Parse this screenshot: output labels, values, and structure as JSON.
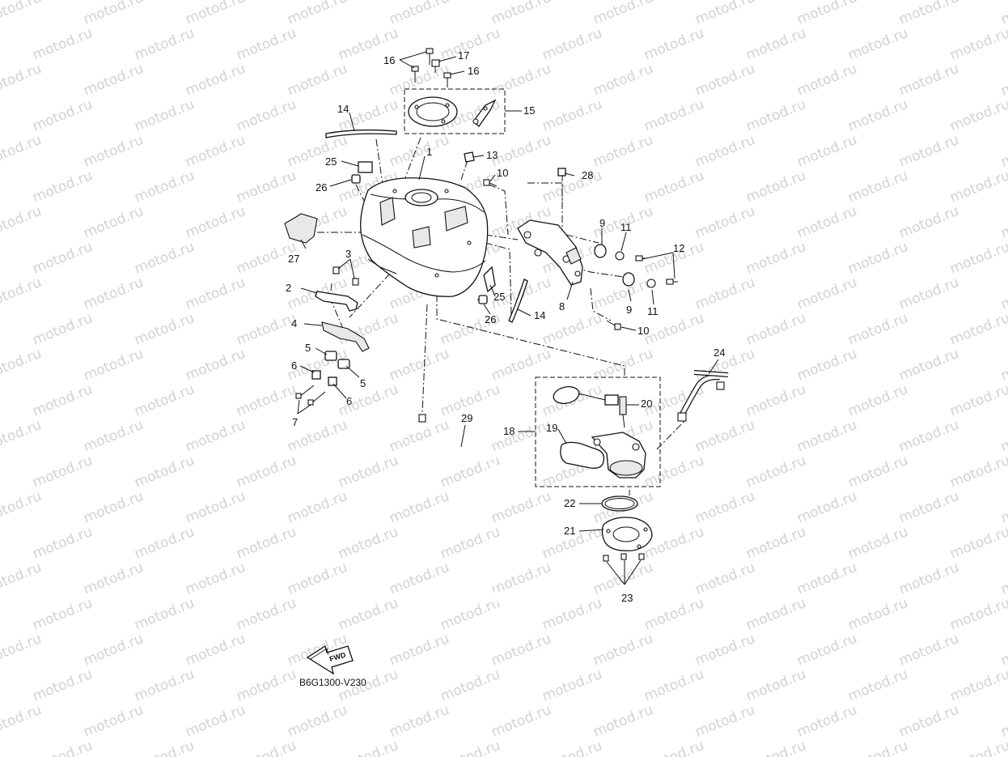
{
  "diagram": {
    "watermark_text": "motod.ru",
    "drawing_code": "B6G1300-V230",
    "fwd_label": "FWD",
    "callouts": [
      {
        "id": "c1",
        "text": "1"
      },
      {
        "id": "c2",
        "text": "2"
      },
      {
        "id": "c3",
        "text": "3"
      },
      {
        "id": "c4",
        "text": "4"
      },
      {
        "id": "c5a",
        "text": "5"
      },
      {
        "id": "c5b",
        "text": "5"
      },
      {
        "id": "c6a",
        "text": "6"
      },
      {
        "id": "c6b",
        "text": "6"
      },
      {
        "id": "c7",
        "text": "7"
      },
      {
        "id": "c8",
        "text": "8"
      },
      {
        "id": "c9a",
        "text": "9"
      },
      {
        "id": "c9b",
        "text": "9"
      },
      {
        "id": "c10a",
        "text": "10"
      },
      {
        "id": "c10b",
        "text": "10"
      },
      {
        "id": "c11a",
        "text": "11"
      },
      {
        "id": "c11b",
        "text": "11"
      },
      {
        "id": "c12",
        "text": "12"
      },
      {
        "id": "c13",
        "text": "13"
      },
      {
        "id": "c14a",
        "text": "14"
      },
      {
        "id": "c14b",
        "text": "14"
      },
      {
        "id": "c15",
        "text": "15"
      },
      {
        "id": "c16a",
        "text": "16"
      },
      {
        "id": "c16b",
        "text": "16"
      },
      {
        "id": "c17",
        "text": "17"
      },
      {
        "id": "c18",
        "text": "18"
      },
      {
        "id": "c19",
        "text": "19"
      },
      {
        "id": "c20",
        "text": "20"
      },
      {
        "id": "c21",
        "text": "21"
      },
      {
        "id": "c22",
        "text": "22"
      },
      {
        "id": "c23",
        "text": "23"
      },
      {
        "id": "c24",
        "text": "24"
      },
      {
        "id": "c25a",
        "text": "25"
      },
      {
        "id": "c25b",
        "text": "25"
      },
      {
        "id": "c26a",
        "text": "26"
      },
      {
        "id": "c26b",
        "text": "26"
      },
      {
        "id": "c27",
        "text": "27"
      },
      {
        "id": "c28",
        "text": "28"
      },
      {
        "id": "c29",
        "text": "29"
      }
    ]
  }
}
